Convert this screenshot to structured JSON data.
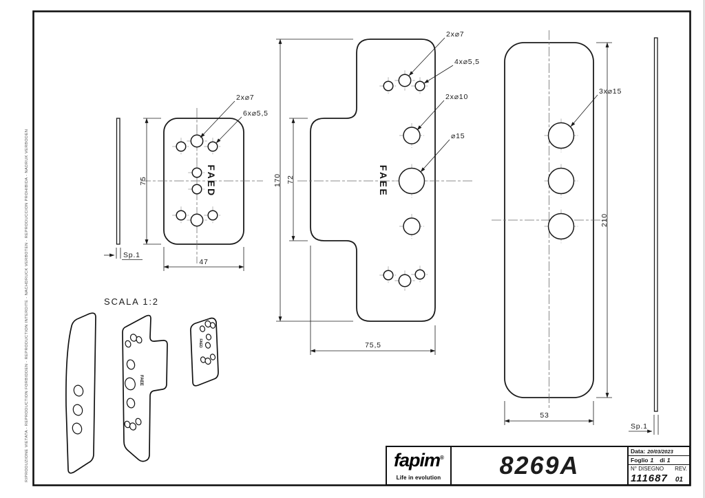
{
  "drawing": {
    "disclaimer": "RIPRODUZIONE VIETATA - REPRODUCTION FORBIDDEN - REPRODUCTION INTERDITE - NACHDRUCK VERBOTEN - REPRODUCCION PROHIBIDA - NADRUK VERBODEN",
    "scale_label": "SCALA 1:2",
    "faed": {
      "part": "FAED",
      "dim_height": "75",
      "dim_width": "47",
      "thickness": "Sp.1",
      "label_d7": "2x⌀7",
      "label_d55": "6x⌀5,5"
    },
    "faee": {
      "part": "FAEE",
      "dim_height": "170",
      "dim_step": "72",
      "dim_width": "75,5",
      "label_d7": "2x⌀7",
      "label_d55": "4x⌀5,5",
      "label_d10": "2x⌀10",
      "label_d15": "⌀15"
    },
    "plate3": {
      "dim_height": "210",
      "dim_width": "53",
      "thickness": "Sp.1",
      "label_d15": "3x⌀15"
    }
  },
  "title_block": {
    "logo_text": "fapim",
    "logo_reg": "®",
    "tagline": "Life in evolution",
    "part_number": "8269A",
    "date_label": "Data:",
    "date_value": "20/03/2023",
    "sheet_label": "Foglio",
    "sheet_value": "1",
    "of_label": "di",
    "of_value": "1",
    "drawing_no_label": "N° DISEGNO",
    "rev_label": "REV.",
    "drawing_no_value": "111687",
    "rev_value": "01"
  },
  "colors": {
    "line": "#1a1a1a",
    "brand_red": "#e30613"
  }
}
